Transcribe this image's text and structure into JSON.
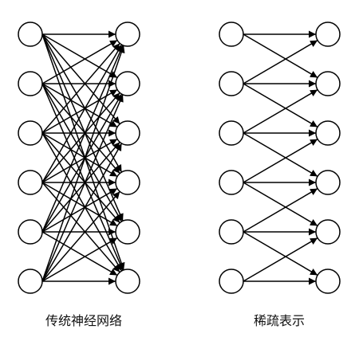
{
  "diagram": {
    "layers_per_panel": 6,
    "stroke_color": "#000000",
    "node_fill": "#ffffff",
    "panels": [
      {
        "key": "dense",
        "caption": "传统神经网络",
        "connectivity": "full"
      },
      {
        "key": "sparse",
        "caption": "稀疏表示",
        "connectivity": "neighbors"
      }
    ]
  }
}
